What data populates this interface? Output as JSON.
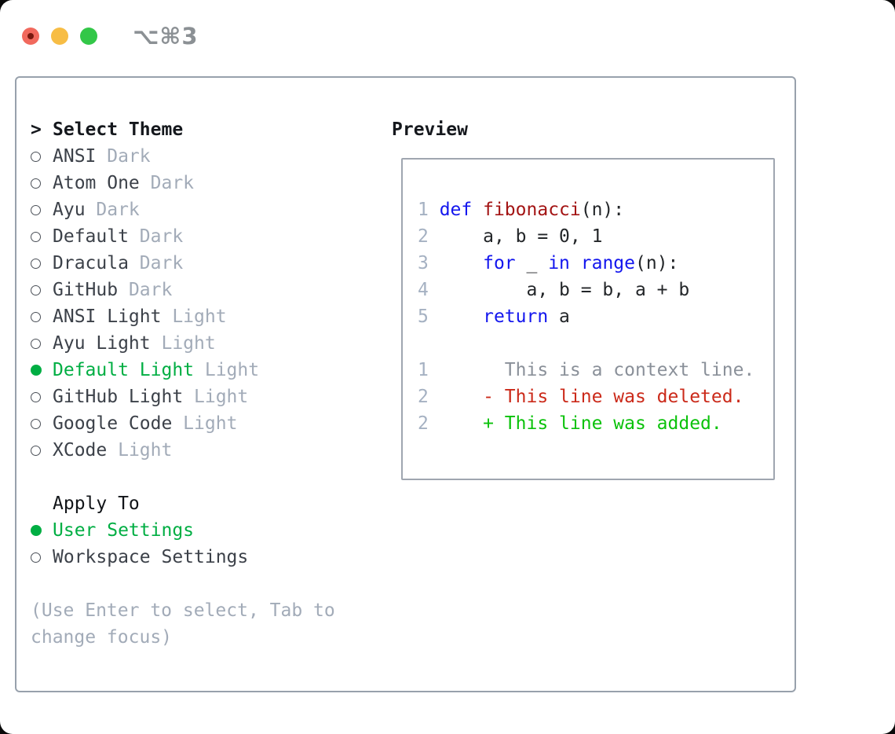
{
  "window": {
    "title": "⌥⌘3"
  },
  "traffic_lights": {
    "close": "close",
    "minimize": "minimize",
    "zoom": "zoom"
  },
  "left": {
    "prompt": ">",
    "title": "Select Theme",
    "themes": [
      {
        "name": "ANSI",
        "variant": "Dark",
        "selected": false
      },
      {
        "name": "Atom One",
        "variant": "Dark",
        "selected": false
      },
      {
        "name": "Ayu",
        "variant": "Dark",
        "selected": false
      },
      {
        "name": "Default",
        "variant": "Dark",
        "selected": false
      },
      {
        "name": "Dracula",
        "variant": "Dark",
        "selected": false
      },
      {
        "name": "GitHub",
        "variant": "Dark",
        "selected": false
      },
      {
        "name": "ANSI Light",
        "variant": "Light",
        "selected": false
      },
      {
        "name": "Ayu Light",
        "variant": "Light",
        "selected": false
      },
      {
        "name": "Default Light",
        "variant": "Light",
        "selected": true
      },
      {
        "name": "GitHub Light",
        "variant": "Light",
        "selected": false
      },
      {
        "name": "Google Code",
        "variant": "Light",
        "selected": false
      },
      {
        "name": "XCode",
        "variant": "Light",
        "selected": false
      }
    ],
    "apply_to": {
      "title": "Apply To",
      "options": [
        {
          "label": "User Settings",
          "selected": true
        },
        {
          "label": "Workspace Settings",
          "selected": false
        }
      ]
    },
    "help": "(Use Enter to select, Tab to change focus)"
  },
  "preview": {
    "title": "Preview",
    "code_lines": [
      {
        "num": "1",
        "segs": [
          {
            "t": "def",
            "c": "kw"
          },
          {
            "t": " ",
            "c": "d"
          },
          {
            "t": "fibonacci",
            "c": "fn"
          },
          {
            "t": "(n):",
            "c": "d"
          }
        ]
      },
      {
        "num": "2",
        "segs": [
          {
            "t": "    a, b = 0, 1",
            "c": "d"
          }
        ]
      },
      {
        "num": "3",
        "segs": [
          {
            "t": "    ",
            "c": "d"
          },
          {
            "t": "for",
            "c": "kw"
          },
          {
            "t": " _ ",
            "c": "d"
          },
          {
            "t": "in",
            "c": "kw"
          },
          {
            "t": " ",
            "c": "d"
          },
          {
            "t": "range",
            "c": "kw"
          },
          {
            "t": "(n):",
            "c": "d"
          }
        ]
      },
      {
        "num": "4",
        "segs": [
          {
            "t": "        a, b = b, a + b",
            "c": "d"
          }
        ]
      },
      {
        "num": "5",
        "segs": [
          {
            "t": "    ",
            "c": "d"
          },
          {
            "t": "return",
            "c": "kw"
          },
          {
            "t": " a",
            "c": "d"
          }
        ]
      }
    ],
    "diff_lines": [
      {
        "num": "1",
        "segs": [
          {
            "t": "      This is a context line.",
            "c": "ctx"
          }
        ]
      },
      {
        "num": "2",
        "segs": [
          {
            "t": "    - This line was deleted.",
            "c": "del"
          }
        ]
      },
      {
        "num": "2",
        "segs": [
          {
            "t": "    + This line was added.",
            "c": "add"
          }
        ]
      }
    ]
  },
  "colors": {
    "text": "#3c4149",
    "heading": "#15181d",
    "muted": "#a2abb8",
    "selected_green": "#00ae43",
    "added_green": "#0bc20b",
    "deleted_red": "#cb2a1a",
    "keyword_blue": "#1316ee",
    "function_red": "#a31414",
    "code_default": "#232629",
    "context_gray": "#8a9099",
    "line_number": "#a5b1c2",
    "panel_border": "#98a1ac",
    "preview_border": "#9fa6b0",
    "title_gray": "#8b9094",
    "traffic_red": "#f1695d",
    "traffic_yellow": "#f7bd45",
    "traffic_green": "#33c748"
  }
}
